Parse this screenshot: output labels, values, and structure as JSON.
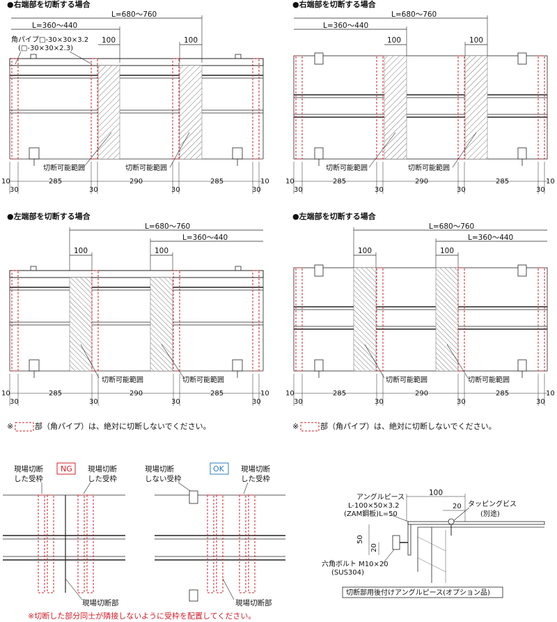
{
  "panels": {
    "right_cut_front": {
      "title": "●右端部を切断する場合",
      "L_total": "L=680～760",
      "L_range": "L=360～440",
      "hundred_a": "100",
      "hundred_b": "100",
      "pipe_spec_1": "角パイプ□-30×30×3.2",
      "pipe_spec_2": "(□-30×30×2.3)",
      "cut_label_1": "切断可能範囲",
      "cut_label_2": "切断可能範囲",
      "dims": [
        "10",
        "30",
        "285",
        "30",
        "290",
        "30",
        "285",
        "10",
        "30"
      ]
    },
    "right_cut_side": {
      "title": "●右端部を切断する場合",
      "L_total": "L=680～760",
      "L_range": "L=360～440",
      "hundred_a": "100",
      "hundred_b": "100",
      "cut_label_1": "切断可能範囲",
      "cut_label_2": "切断可能範囲",
      "dims": [
        "10",
        "30",
        "285",
        "30",
        "290",
        "30",
        "285",
        "10",
        "30"
      ]
    },
    "left_cut_front": {
      "title": "●左端部を切断する場合",
      "L_total": "L=680～760",
      "L_range": "L=360～440",
      "hundred_a": "100",
      "hundred_b": "100",
      "cut_label_1": "切断可能範囲",
      "cut_label_2": "切断可能範囲",
      "dims": [
        "10",
        "30",
        "285",
        "30",
        "290",
        "30",
        "285",
        "10",
        "30"
      ]
    },
    "left_cut_side": {
      "title": "●左端部を切断する場合",
      "L_total": "L=680～760",
      "L_range": "L=360～440",
      "hundred_a": "100",
      "hundred_b": "100",
      "cut_label_1": "切断可能範囲",
      "cut_label_2": "切断可能範囲",
      "dims": [
        "10",
        "30",
        "285",
        "30",
        "290",
        "30",
        "285",
        "10",
        "30"
      ]
    }
  },
  "notes": {
    "pipe_note_prefix": "※",
    "pipe_note_text": "部（角パイプ）は、絶対に切断しないでください。"
  },
  "comparison": {
    "ng_badge": "NG",
    "ok_badge": "OK",
    "ng_left_1": "現場切断",
    "ng_left_2": "した受枠",
    "ng_right_1": "現場切断",
    "ng_right_2": "した受枠",
    "ok_left_1": "現場切断",
    "ok_left_2": "しない受枠",
    "ok_right_1": "現場切断",
    "ok_right_2": "した受枠",
    "cut_part_1": "現場切断部",
    "cut_part_2": "現場切断部",
    "bottom_note": "※切断した部分同士が隣接しないように受枠を配置してください。"
  },
  "angle_piece": {
    "dim_100": "100",
    "dim_20_top": "20",
    "dim_50": "50",
    "dim_20_side": "20",
    "label_1": "アングルピース",
    "label_2": "L-100×50×3.2",
    "label_3": "(ZAM鋼板)L=50",
    "screw_1": "タッピングビス",
    "screw_2": "(別途)",
    "bolt_1": "六角ボルト M10×20",
    "bolt_2": "(SUS304)",
    "caption": "切断部用後付けアングルピース(オプション品)"
  },
  "colors": {
    "pipe_red": "#d0202a",
    "line": "#222222",
    "ok_blue": "#2a7fc0",
    "ng_red": "#d0202a"
  }
}
